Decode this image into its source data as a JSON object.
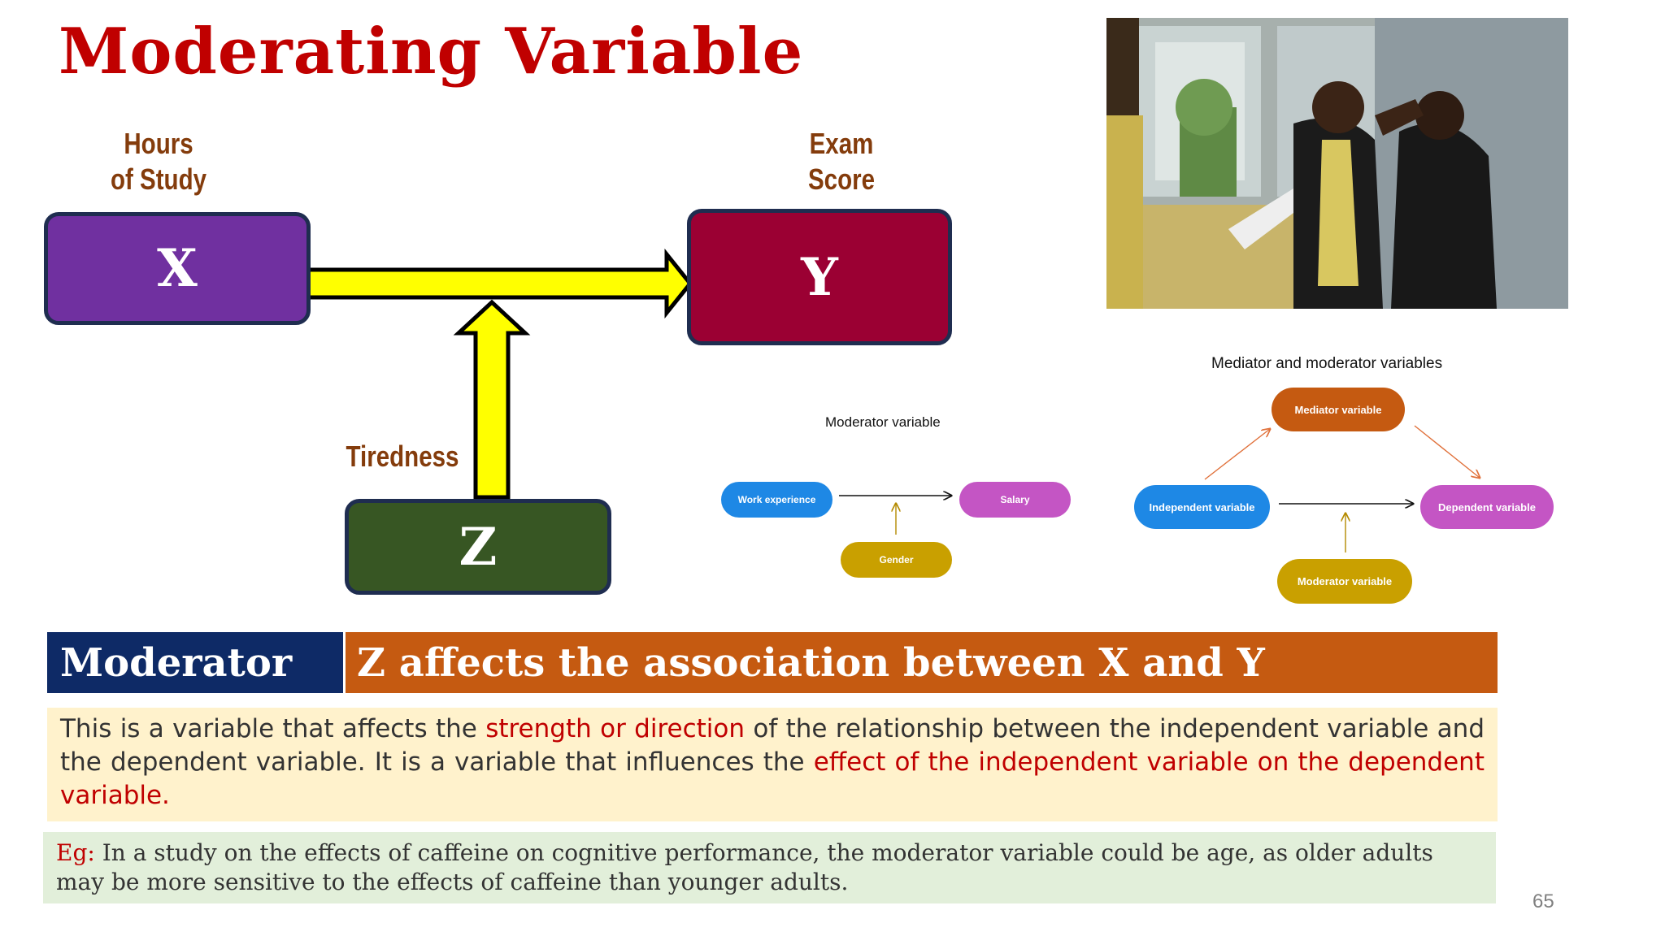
{
  "title": "Moderating Variable",
  "diagram": {
    "x_caption_line1": "Hours",
    "x_caption_line2": "of Study",
    "y_caption_line1": "Exam",
    "y_caption_line2": "Score",
    "z_caption": "Tiredness",
    "x_label": "X",
    "y_label": "Y",
    "z_label": "Z",
    "colors": {
      "x": "#7030a0",
      "y": "#9b0033",
      "z": "#375623",
      "arrow": "#ffff00"
    }
  },
  "moderator_diagram": {
    "title": "Moderator variable",
    "independent": "Work experience",
    "dependent": "Salary",
    "moderator": "Gender"
  },
  "mediator_moderator_diagram": {
    "title": "Mediator and moderator variables",
    "mediator": "Mediator variable",
    "independent": "Independent variable",
    "dependent": "Dependent variable",
    "moderator": "Moderator variable"
  },
  "banner": {
    "label": "Moderator",
    "text": "Z affects the association between X and Y"
  },
  "definition": {
    "part1": "This is a variable that affects the ",
    "highlight1": "strength or direction",
    "part2": " of the relationship between the independent variable and the dependent variable. It is a variable that influences the ",
    "highlight2": "effect of the independent variable on the dependent variable."
  },
  "example": {
    "label": "Eg:",
    "text": " In a study on the effects of caffeine on cognitive performance, the moderator variable could be age, as older adults may be more sensitive to the effects of caffeine than younger adults."
  },
  "page_number": "65"
}
